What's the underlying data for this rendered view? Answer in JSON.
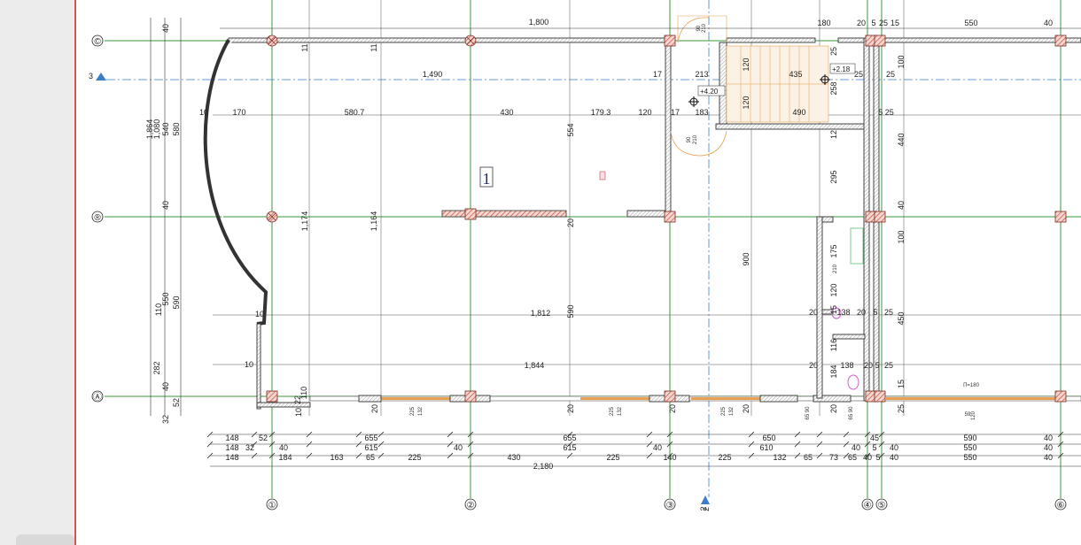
{
  "axes": {
    "columns": [
      {
        "id": "col-1",
        "label": "①"
      },
      {
        "id": "col-2",
        "label": "②"
      },
      {
        "id": "col-3",
        "label": "③"
      },
      {
        "id": "col-4",
        "label": "④"
      },
      {
        "id": "col-5",
        "label": "⑤"
      },
      {
        "id": "col-6",
        "label": "⑥"
      }
    ],
    "rows": [
      {
        "id": "row-c",
        "label": "©"
      },
      {
        "id": "row-b",
        "label": "®"
      },
      {
        "id": "row-a",
        "label": "Ⓐ"
      }
    ],
    "section_3": "3",
    "section_2": "2"
  },
  "room": {
    "number": "1"
  },
  "levels": {
    "stair": "+4.20",
    "landing": "+2.18"
  },
  "colors": {
    "grid": "#3a9a3a",
    "wall": "#333333",
    "hatch": "#c84a3a",
    "glazing": "#e8a050",
    "section": "#3a7ec8",
    "paper": "#ffffff"
  },
  "dims": {
    "top_1800": "1,800",
    "top_180": "180",
    "top_20a": "20",
    "top_5a": "5",
    "top_25a": "25",
    "top_15": "15",
    "top_550": "550",
    "top_40a": "40",
    "r1_1490": "1,490",
    "r1_17": "17",
    "r1_213": "213",
    "r1_435": "435",
    "r1_25a": "25",
    "r1_25b": "25",
    "r2_10": "10",
    "r2_170": "170",
    "r2_5807": "580.7",
    "r2_430": "430",
    "r2_1793": "179.3",
    "r2_120": "120",
    "r2_17": "17",
    "r2_183": "183",
    "r2_490": "490",
    "r2_525": "5 25",
    "mid_1812": "1,812",
    "mid_1844": "1,844",
    "mid_10a": "10",
    "mid_10b": "10",
    "rt_20a": "20",
    "rt_138a": "138",
    "rt_20b": "20",
    "rt_5a": "5",
    "rt_25a": "25",
    "rt_20c": "20",
    "rt_138b": "138",
    "rt_20d": "20",
    "rt_5b": "5",
    "rt_25b": "25",
    "b1_148": "148",
    "b1_52": "52",
    "b1_655a": "655",
    "b1_655b": "655",
    "b1_650": "650",
    "b1_45": "45",
    "b1_590": "590",
    "b1_40": "40",
    "b2_148": "148",
    "b2_32": "32",
    "b2_40a": "40",
    "b2_615a": "615",
    "b2_40b": "40",
    "b2_615b": "615",
    "b2_40c": "40",
    "b2_610": "610",
    "b2_40d": "40",
    "b2_5": "5",
    "b2_40e": "40",
    "b2_550": "550",
    "b2_40f": "40",
    "b3_148": "148",
    "b3_184": "184",
    "b3_163": "163",
    "b3_65a": "65",
    "b3_225a": "225",
    "b3_430": "430",
    "b3_225b": "225",
    "b3_140": "140",
    "b3_225c": "225",
    "b3_132": "132",
    "b3_65b": "65",
    "b3_73": "73",
    "b3_65c": "65",
    "b3_40a": "40",
    "b3_5": "5",
    "b3_40b": "40",
    "b3_550": "550",
    "b3_40c": "40",
    "b4_2180": "2,180",
    "left_1864": "1,864",
    "left_1080": "1,080",
    "left_540": "540",
    "left_580": "580",
    "left_40a": "40",
    "left_40b": "40",
    "left_110": "110",
    "left_550": "550",
    "left_590": "590",
    "left_282": "282",
    "left_40c": "40",
    "left_52": "52",
    "left_32": "32",
    "v_11a": "11",
    "v_11b": "11",
    "v_1174": "1,174",
    "v_1164": "1,164",
    "v_554": "554",
    "v_20a": "20",
    "v_590": "590",
    "v_900": "900",
    "v_120a": "120",
    "v_120b": "120",
    "v_258": "258",
    "v_12": "12",
    "v_295": "295",
    "v_25a": "25",
    "v_100a": "100",
    "v_440": "440",
    "v_40a": "40",
    "v_100b": "100",
    "v_450": "450",
    "v_15": "15",
    "v_25b": "25",
    "v_bot20a": "20",
    "v_bot20b": "20",
    "v_bot20c": "20",
    "v_bot20d": "20",
    "v_bot20e": "20",
    "v_bot10": "10",
    "v_bot22": "22",
    "v_bot110": "110",
    "v_175": "175",
    "v_210a": "210",
    "v_120c": "120",
    "v_15b": "15",
    "v_116": "116",
    "v_184": "184",
    "win_225": "225",
    "win_132": "132",
    "win_6590": "65 90",
    "win_59": "59",
    "win_120": "120",
    "door_180": "П=180",
    "door_90": "90",
    "door_210": "210",
    "stair_mark": "2"
  }
}
